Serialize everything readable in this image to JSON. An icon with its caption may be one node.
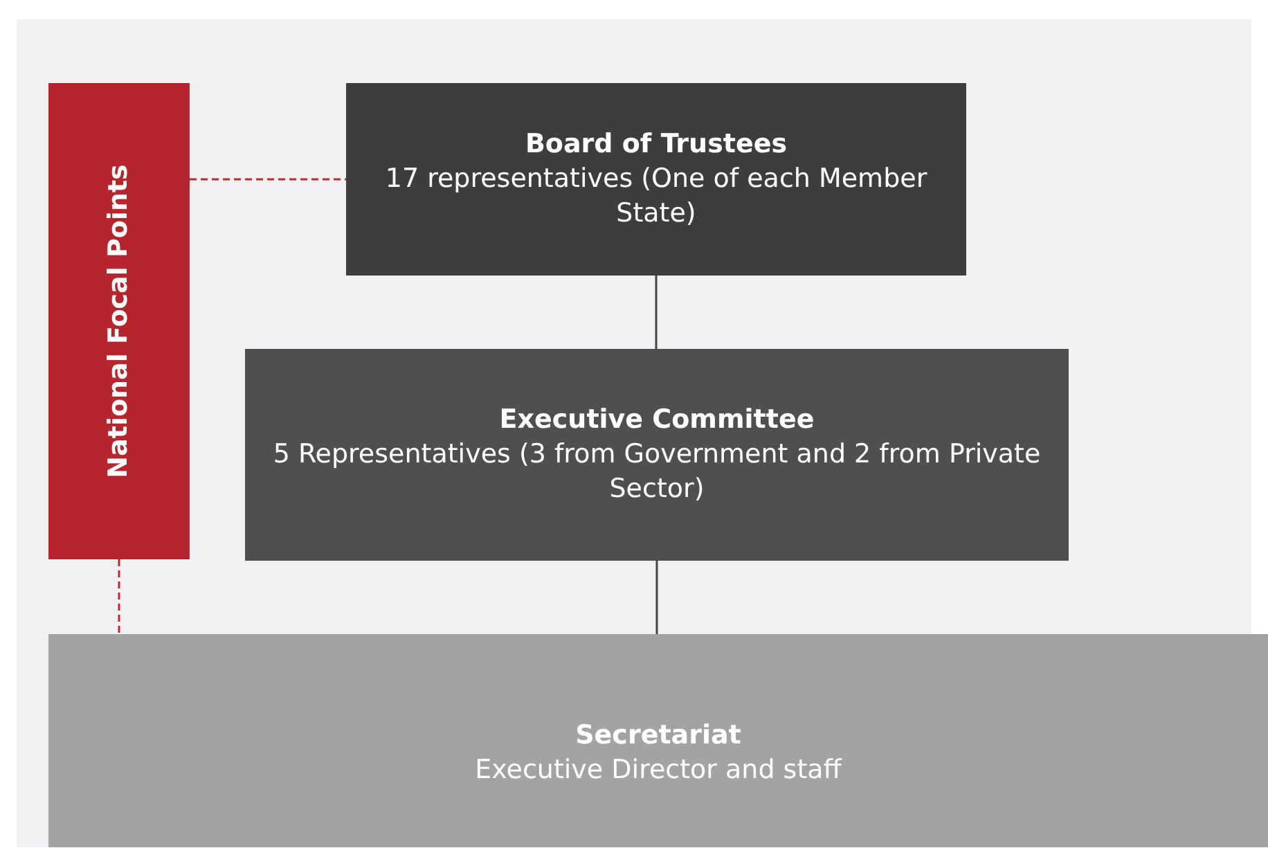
{
  "diagram": {
    "nodes": [
      {
        "text": [
          "National Focal Points"
        ]
      },
      {
        "text": [
          "Board of Trustees",
          "17 representatives (One of each Member State)"
        ]
      },
      {
        "text": [
          "Executive Committee",
          "5 Representatives (3 from Government and 2 from Private Sector)"
        ]
      },
      {
        "text": [
          "Secretariat",
          "Executive Director and staff"
        ]
      }
    ],
    "edges": [
      {
        "from": 0,
        "to": 1,
        "arrow": "none",
        "style": "dashed",
        "color": "#c0282d"
      },
      {
        "from": 1,
        "to": 2,
        "arrow": "none",
        "color": "#444444"
      },
      {
        "from": 2,
        "to": 3,
        "arrow": "none",
        "color": "#444444"
      },
      {
        "from": 0,
        "to": 3,
        "arrow": "none",
        "style": "dashed",
        "color": "#c0282d"
      }
    ]
  }
}
